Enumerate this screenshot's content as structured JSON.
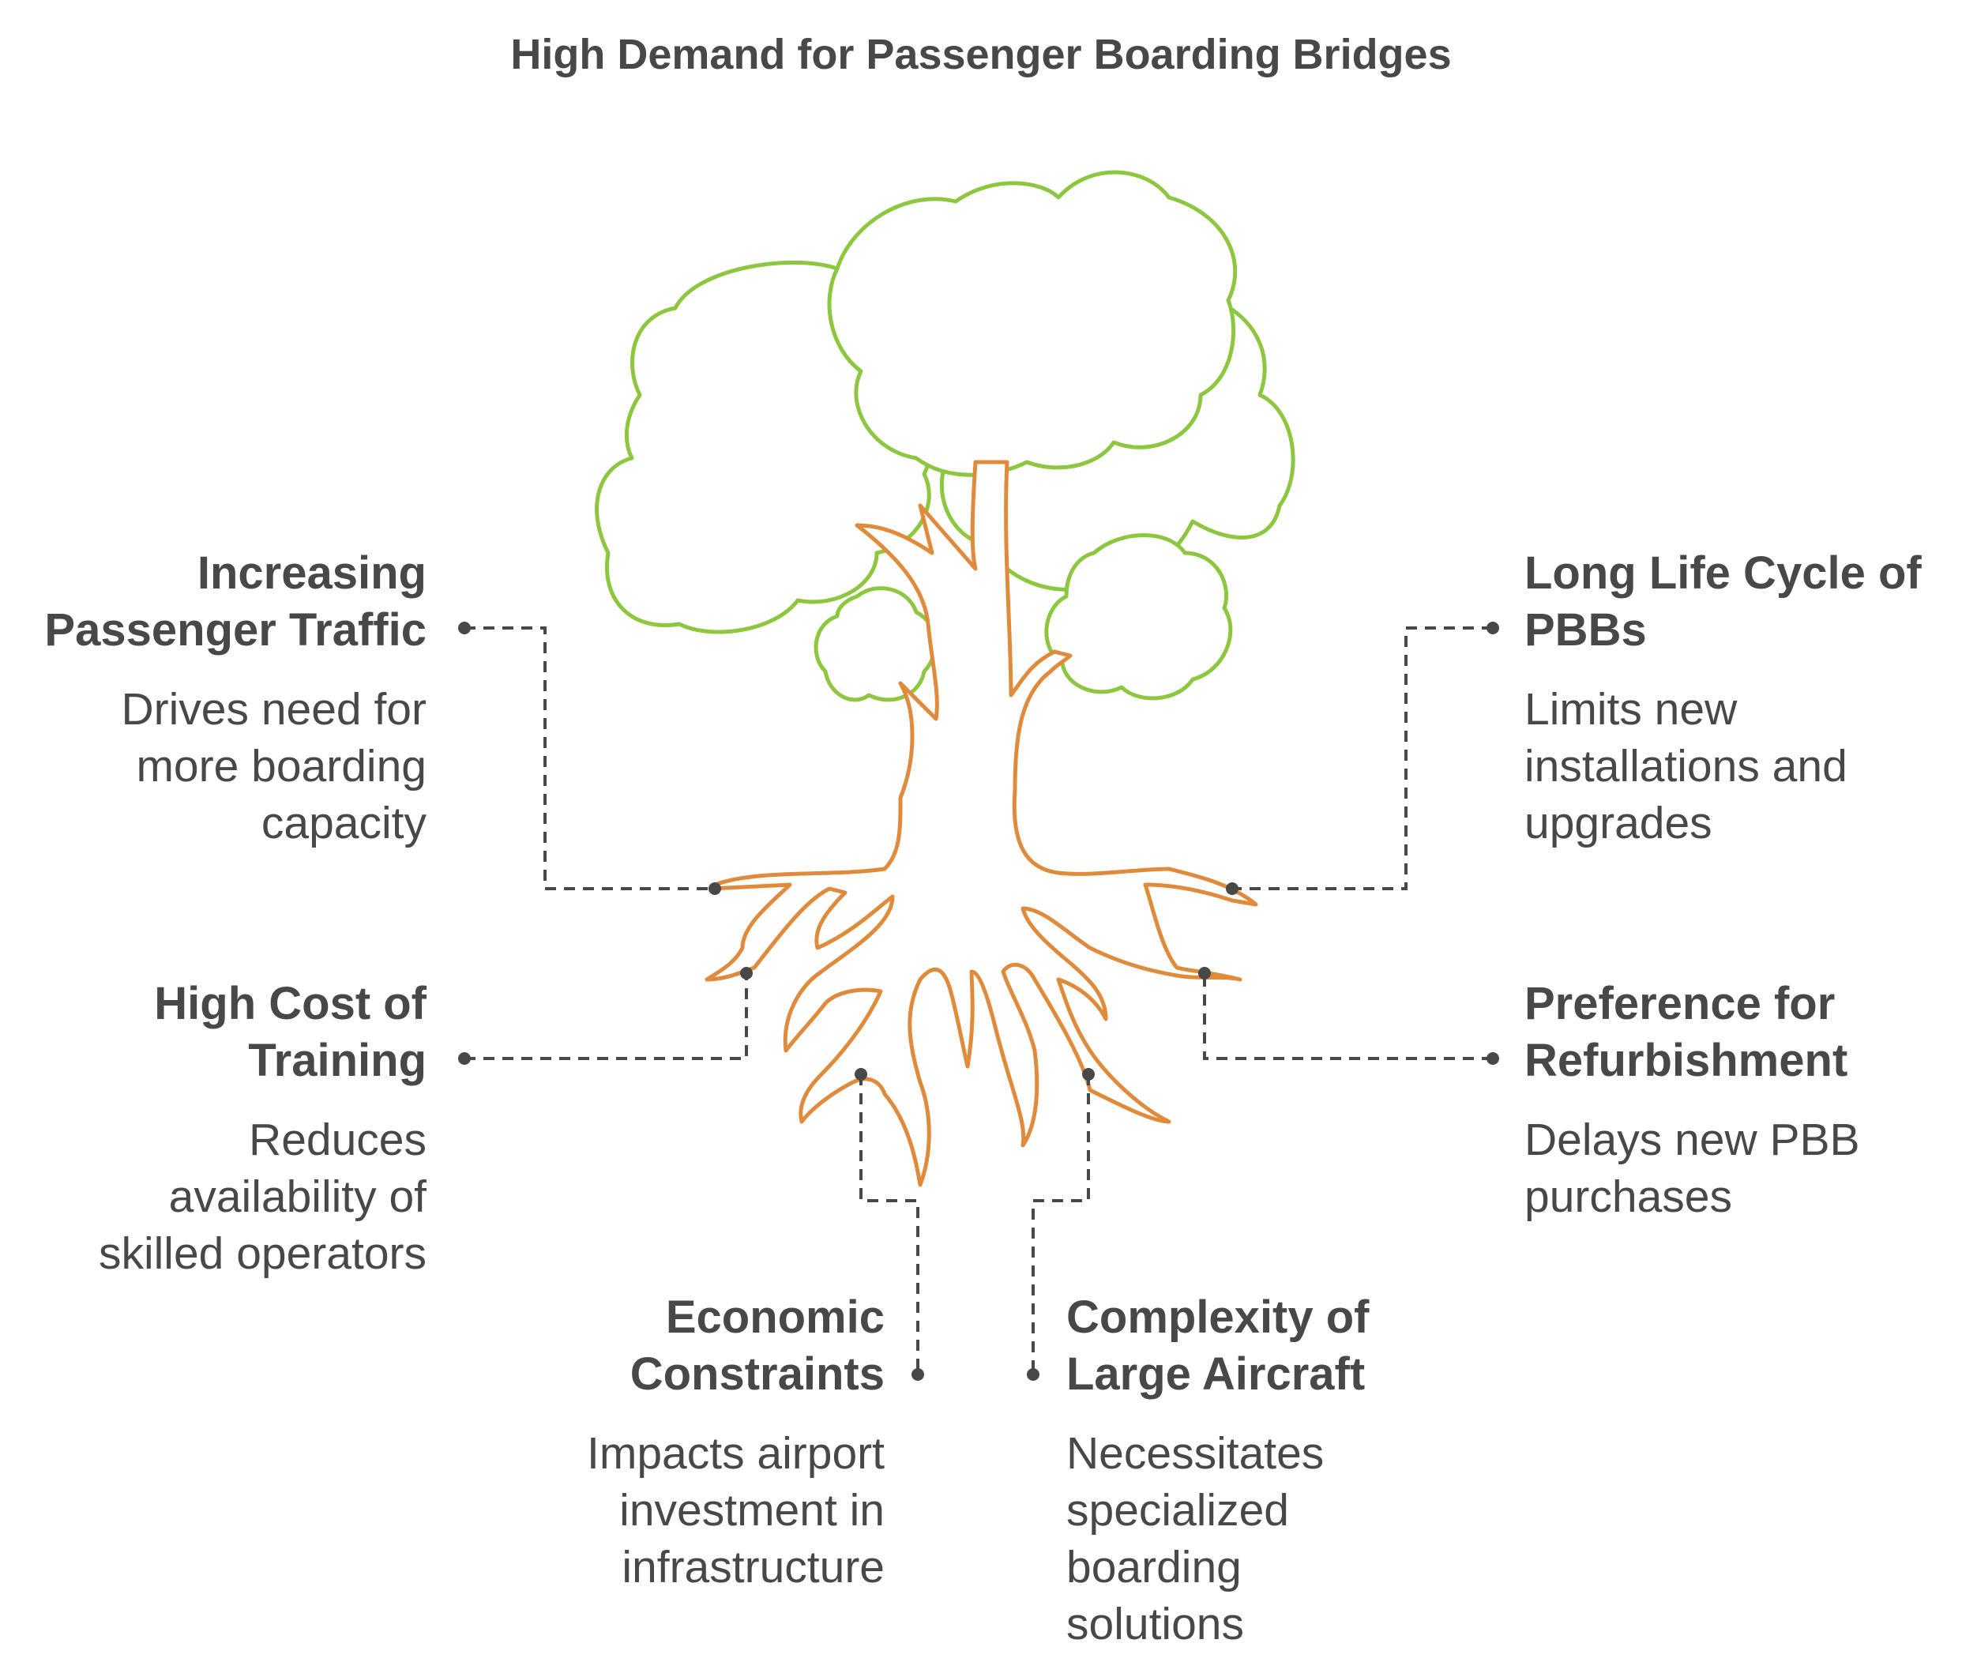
{
  "title": "High Demand for Passenger Boarding Bridges",
  "colors": {
    "canopy": "#8dc63f",
    "roots": "#e08a3c",
    "text": "#484848",
    "connector": "#484848"
  },
  "items": {
    "passenger_traffic": {
      "heading": "Increasing\nPassenger Traffic",
      "description": "Drives need for\nmore boarding\ncapacity"
    },
    "training_cost": {
      "heading": "High Cost of\nTraining",
      "description": "Reduces\navailability of\nskilled operators"
    },
    "economic": {
      "heading": "Economic\nConstraints",
      "description": "Impacts airport\ninvestment in\ninfrastructure"
    },
    "aircraft": {
      "heading": "Complexity of\nLarge Aircraft",
      "description": "Necessitates\nspecialized\nboarding\nsolutions"
    },
    "life_cycle": {
      "heading": "Long Life Cycle of\nPBBs",
      "description": "Limits new\ninstallations and\nupgrades"
    },
    "refurbishment": {
      "heading": "Preference for\nRefurbishment",
      "description": "Delays new PBB\npurchases"
    }
  }
}
